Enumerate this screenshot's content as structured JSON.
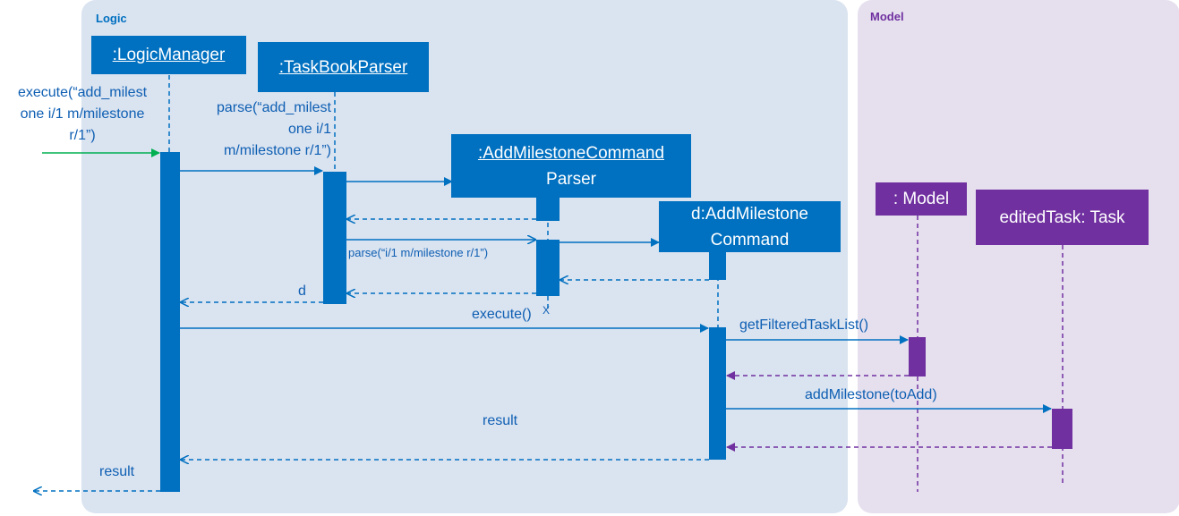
{
  "colors": {
    "logic_bg": "#dae3f0",
    "model_bg": "#e6e0ee",
    "logic_accent": "#0070c0",
    "model_accent": "#7030a0",
    "entry_arrow": "#00b050",
    "text_blue": "#0e5fb3",
    "title_logic": "#0070c0",
    "title_model": "#7030a0"
  },
  "regions": {
    "logic": "Logic",
    "model": "Model"
  },
  "participants": {
    "logic_manager": ":LogicManager",
    "taskbook_parser": ":TaskBookParser",
    "add_parser_line1": ":AddMilestoneCommand",
    "add_parser_line2": "Parser",
    "add_command_line1": "d:AddMilestone",
    "add_command_line2": "Command",
    "model": ": Model",
    "edited_task": "editedTask: Task"
  },
  "messages": {
    "execute_in_1": "execute(“add_milest",
    "execute_in_2": "one i/1 m/milestone",
    "execute_in_3": "r/1”)",
    "parse_1": "parse(“add_milest",
    "parse_2": "one i/1",
    "parse_3": "m/milestone r/1”)",
    "parse_small": "parse(“i/1 m/milestone r/1”)",
    "return_d": "d",
    "execute_call": "execute()",
    "destroy_mark": "X",
    "get_filtered": "getFilteredTaskList()",
    "add_milestone": "addMilestone(toAdd)",
    "result_middle": "result",
    "result_out": "result"
  }
}
